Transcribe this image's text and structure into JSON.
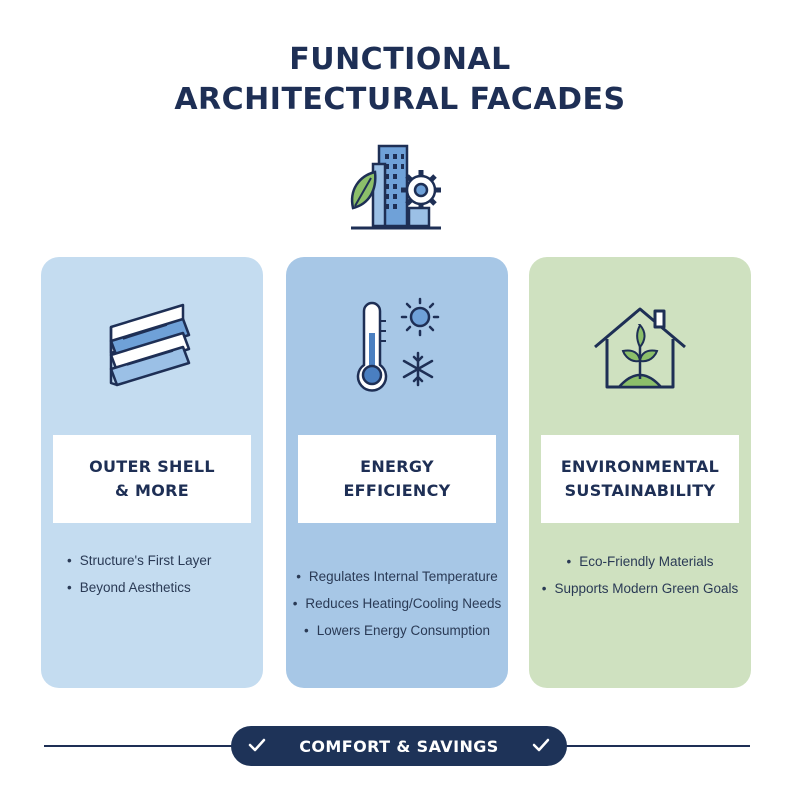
{
  "title": "FUNCTIONAL\nARCHITECTURAL FACADES",
  "hero_icon": "building-with-leaf-and-gear-icon",
  "cards": [
    {
      "icon": "layered-panels-icon",
      "label": "OUTER SHELL\n& MORE",
      "bullets": [
        "Structure's First Layer",
        "Beyond Aesthetics"
      ],
      "color": "#c4dcf0"
    },
    {
      "icon": "thermometer-sun-snowflake-icon",
      "label": "ENERGY\nEFFICIENCY",
      "bullets": [
        "Regulates Internal Temperature",
        "Reduces Heating/Cooling Needs",
        "Lowers Energy Consumption"
      ],
      "color": "#a7c7e6"
    },
    {
      "icon": "house-with-plant-icon",
      "label": "ENVIRONMENTAL\nSUSTAINABILITY",
      "bullets": [
        "Eco-Friendly Materials",
        "Supports Modern Green Goals"
      ],
      "color": "#cfe1c0"
    }
  ],
  "footer": {
    "label": "COMFORT & SAVINGS",
    "icon": "check-icon"
  },
  "colors": {
    "navy": "#1e2f55",
    "accent_blue": "#4a7fc1",
    "leaf_green": "#8cbf6a"
  }
}
